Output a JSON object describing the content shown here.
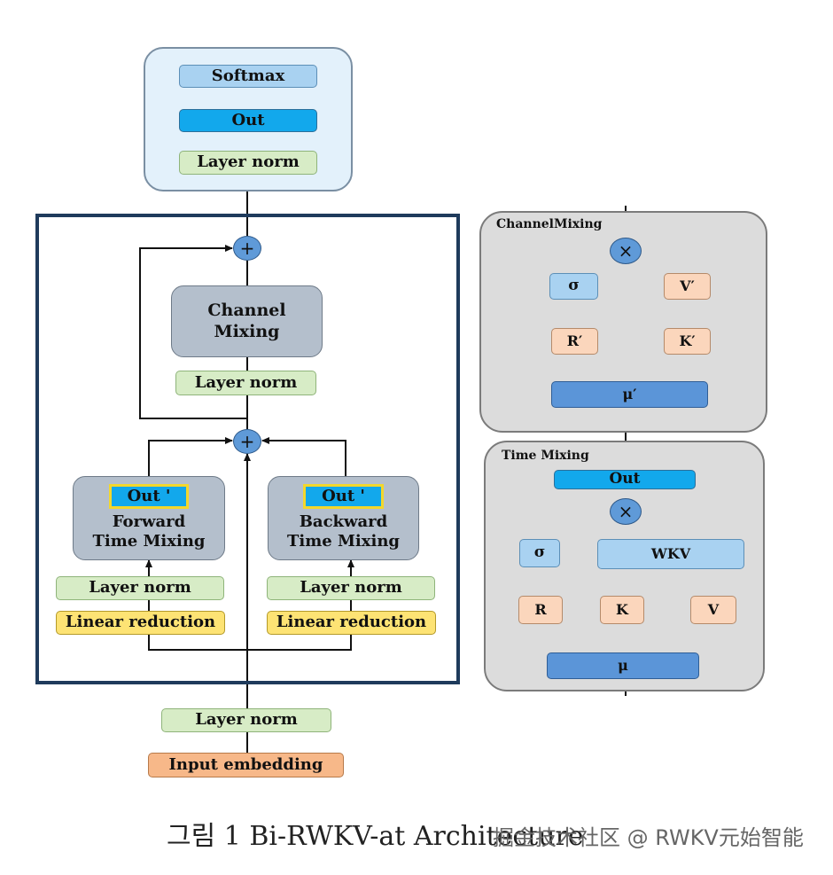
{
  "head": {
    "softmax": "Softmax",
    "out": "Out",
    "layer_norm": "Layer norm"
  },
  "block": {
    "channel_mixing": "Channel\nMixing",
    "layer_norm_mid": "Layer norm",
    "forward": {
      "out": "Out '",
      "title": "Forward\nTime Mixing",
      "layer_norm": "Layer norm",
      "linear": "Linear reduction"
    },
    "backward": {
      "out": "Out '",
      "title": "Backward\nTime Mixing",
      "layer_norm": "Layer norm",
      "linear": "Linear reduction"
    },
    "add_symbol": "+"
  },
  "bottom": {
    "layer_norm": "Layer norm",
    "input": "Input embedding"
  },
  "channel_panel": {
    "title": "ChannelMixing",
    "mul_symbol": "×",
    "sigma": "σ",
    "v": "V′",
    "r": "R′",
    "k": "K′",
    "mu": "μ′"
  },
  "time_panel": {
    "title": "Time Mixing",
    "out": "Out",
    "mul_symbol": "×",
    "sigma": "σ",
    "wkv": "WKV",
    "r": "R",
    "k": "K",
    "v": "V",
    "mu": "μ"
  },
  "caption": {
    "main": "그림 1 Bi-RWKV-at Architecture",
    "watermark": "掘金技术社区 @ RWKV元始智能"
  }
}
